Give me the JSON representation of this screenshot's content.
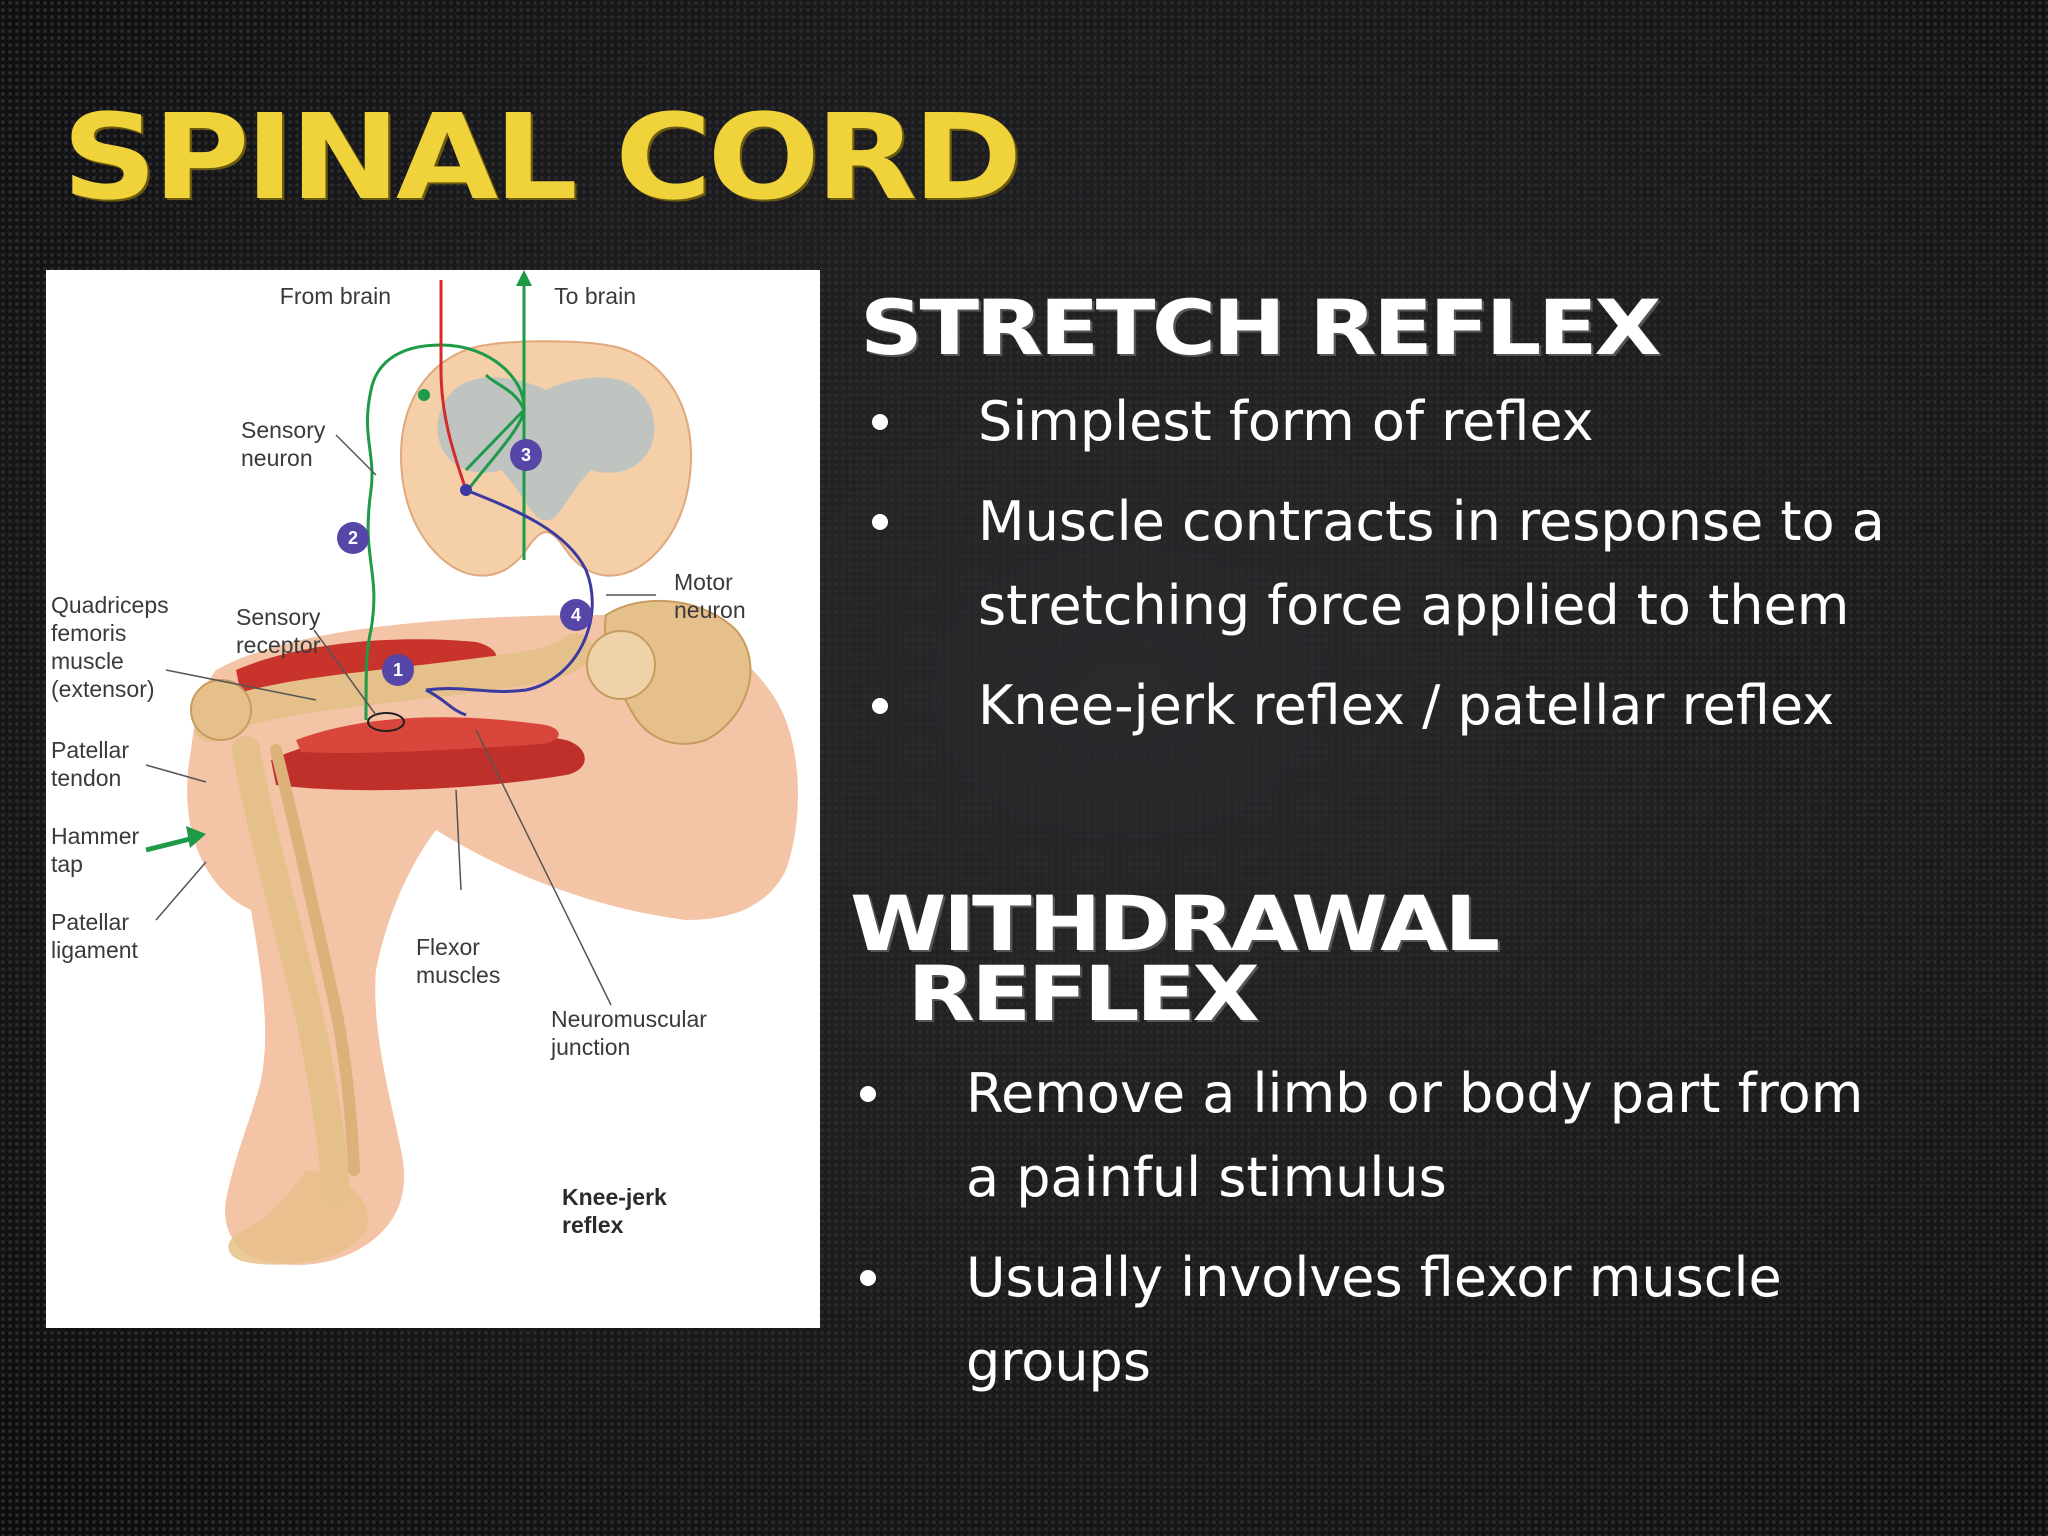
{
  "slide": {
    "title": "SPINAL CORD"
  },
  "diagram": {
    "labels": {
      "from_brain": "From brain",
      "to_brain": "To brain",
      "sensory_neuron": [
        "Sensory",
        "neuron"
      ],
      "motor_neuron": [
        "Motor",
        "neuron"
      ],
      "quadriceps": [
        "Quadriceps",
        "femoris",
        "muscle",
        "(extensor)"
      ],
      "sensory_receptor": [
        "Sensory",
        "receptor"
      ],
      "patellar_tendon": [
        "Patellar",
        "tendon"
      ],
      "hammer_tap": [
        "Hammer",
        "tap"
      ],
      "patellar_ligament": [
        "Patellar",
        "ligament"
      ],
      "flexor_muscles": [
        "Flexor",
        "muscles"
      ],
      "neuromuscular_junction": [
        "Neuromuscular",
        "junction"
      ],
      "caption": [
        "Knee-jerk",
        "reflex"
      ]
    },
    "steps": [
      "1",
      "2",
      "3",
      "4"
    ],
    "colors": {
      "sensory": "#1e9a48",
      "motor": "#3a3aa0",
      "brain": "#d62a2a",
      "step_badge": "#5546a8",
      "muscle": "#c8332b",
      "bone": "#e6c08a",
      "skin": "#f3c4a6",
      "spinal_outer": "#f4cfa8",
      "spinal_grey": "#bfc4c0"
    }
  },
  "stretch_reflex": {
    "heading": "STRETCH REFLEX",
    "bullets": [
      [
        "Simplest form of reflex"
      ],
      [
        "Muscle contracts in response to a",
        "stretching force applied to them"
      ],
      [
        "Knee-jerk reflex / patellar reflex"
      ]
    ]
  },
  "withdrawal_reflex": {
    "heading": [
      "WITHDRAWAL",
      "REFLEX"
    ],
    "bullets": [
      [
        "Remove a limb or body part from",
        "a painful stimulus"
      ],
      [
        "Usually involves flexor muscle",
        "groups"
      ]
    ]
  },
  "theme": {
    "title_color": "#f0d33a",
    "text_color": "#ffffff",
    "background": "#1c1c1e"
  }
}
